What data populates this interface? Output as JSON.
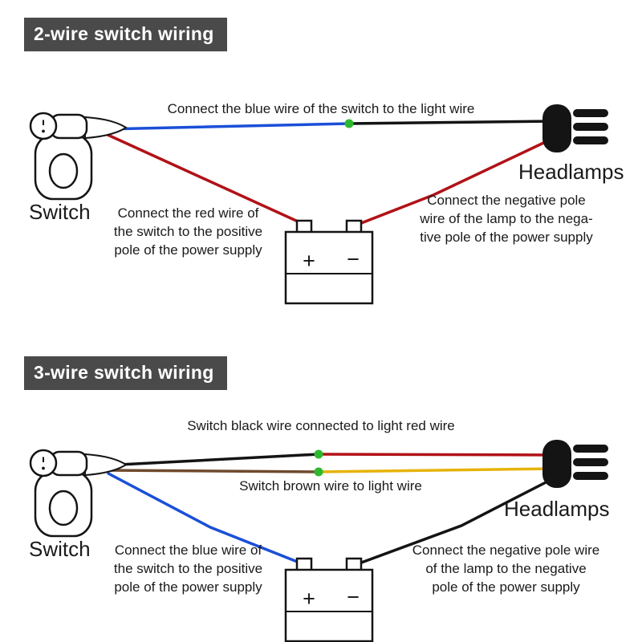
{
  "colors": {
    "banner_bg": "#4a4a4a",
    "banner_text": "#ffffff",
    "text": "#1a1a1a",
    "wire_blue": "#1b4fd8",
    "wire_red": "#b11217",
    "wire_black": "#141414",
    "wire_brown": "#6f4a2e",
    "wire_yellow": "#e7b30a",
    "junction_green": "#2eb82e",
    "connector_black": "#141414"
  },
  "section1": {
    "title": "2-wire switch wiring",
    "switch_label": "Switch",
    "headlamps_label": "Headlamps",
    "wire_note_top": "Connect the blue wire of the switch to the light wire",
    "note_left": {
      "line1": "Connect the red wire of",
      "line2": "the switch to the positive",
      "line3": "pole of the power supply"
    },
    "note_right": {
      "line1": "Connect the negative pole",
      "line2": "wire of the lamp to the nega-",
      "line3": "tive pole of the power supply"
    },
    "battery": {
      "plus": "+",
      "minus": "−"
    }
  },
  "section2": {
    "title": "3-wire switch wiring",
    "switch_label": "Switch",
    "headlamps_label": "Headlamps",
    "wire_note_top": "Switch black wire connected to light red wire",
    "wire_note_mid": "Switch brown wire to light wire",
    "note_left": {
      "line1": "Connect the blue wire of",
      "line2": "the switch to the positive",
      "line3": "pole of the power supply"
    },
    "note_right": {
      "line1": "Connect the negative pole wire",
      "line2": "of the lamp to the negative",
      "line3": "pole of the power supply"
    },
    "battery": {
      "plus": "+",
      "minus": "−"
    }
  }
}
